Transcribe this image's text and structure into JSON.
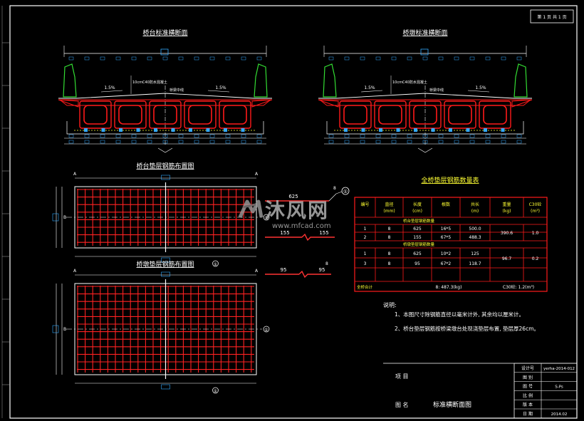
{
  "sheet_no": "第 1 页 共 1 页",
  "views": {
    "abutment_section_title": "桥台标准横断面",
    "pier_section_title": "桥墩标准横断面",
    "abutment_mat_title": "桥台垫层钢筋布置图",
    "pier_mat_title": "桥墩垫层钢筋布置图",
    "slope_left": "1.5%",
    "slope_right": "1.5%",
    "deck_note": "10cmC40防水混凝土",
    "center_note": "桥梁中线"
  },
  "mat_labels": {
    "axis_a": "A",
    "dim_b": "B",
    "bar_1": "①",
    "bar_2": "②",
    "bar_3": "③",
    "call_1_len": "625",
    "call_1_dia": "8",
    "call_2_len": "155",
    "call_3_len": "95",
    "call_3_dia": "8"
  },
  "table": {
    "title": "全桥垫层钢筋数量表",
    "headers": [
      "编号",
      "直径 (mm)",
      "长度 (cm)",
      "根数",
      "共长 (m)",
      "重量 (kg)",
      "C30砼 (m³)"
    ],
    "group1_label": "桥台垫层钢筋数量",
    "group2_label": "桥墩垫层钢筋数量",
    "rows": [
      [
        "1",
        "8",
        "625",
        "16*5",
        "500.0",
        "390.6",
        "1.0"
      ],
      [
        "2",
        "8",
        "155",
        "67*5",
        "488.3",
        "",
        ""
      ],
      [
        "1",
        "8",
        "625",
        "10*2",
        "125",
        "96.7",
        "0.2"
      ],
      [
        "3",
        "8",
        "95",
        "67*2",
        "118.7",
        "",
        ""
      ]
    ],
    "total_label": "全桥合计",
    "total_steel": "8: 487.3(kg)",
    "total_concrete": "C30砼: 1.2(m³)"
  },
  "notes": {
    "heading": "说明:",
    "items": [
      "1、本图尺寸除钢筋直径以毫米计外, 其余均以厘米计。",
      "2、桥台垫层钢筋按桥梁墩台处现浇垫层布置, 垫层厚26cm。"
    ]
  },
  "title_block": {
    "project_label": "项 目",
    "name_label": "图 名",
    "drawing_name": "标准横断面图",
    "rows": [
      [
        "设计号",
        "yerha-2014-012"
      ],
      [
        "图 别",
        ""
      ],
      [
        "图 号",
        "S-Ps"
      ],
      [
        "比 例",
        ""
      ],
      [
        "版 本",
        ""
      ],
      [
        "日 期",
        "2014.02"
      ]
    ]
  },
  "watermark": {
    "text": "沐风网",
    "url": "www.mfcad.com"
  },
  "colors": {
    "background": "#000000",
    "frame": "#ffffff",
    "beam": "#ff1a1a",
    "barrier": "#33dd33",
    "rebar": "#ff2222",
    "dimension": "#33aaff",
    "annotation": "#ffff33",
    "watermark": "#b0b0b0"
  }
}
